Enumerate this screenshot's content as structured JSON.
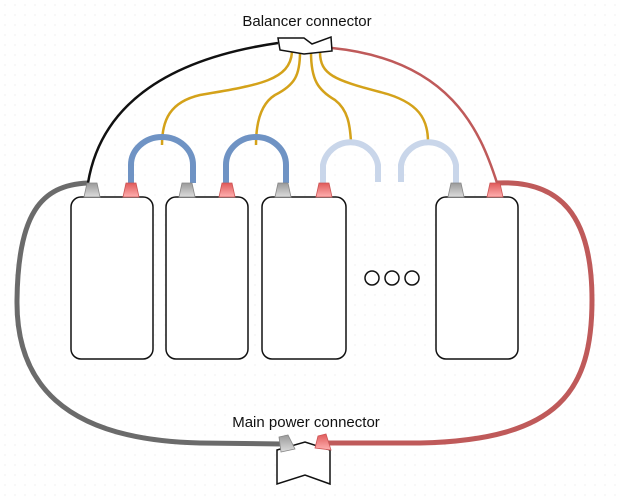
{
  "labels": {
    "balancer": "Balancer connector",
    "main_power": "Main power connector"
  },
  "colors": {
    "negative_wire": "#6b6b6b",
    "negative_balance_wire": "#111111",
    "positive_wire": "#bf5a5a",
    "balance_lead": "#d4a21a",
    "cell_link": "#6f93c4",
    "cell_link_faded": "#c9d6ea",
    "terminal_negative": "#bdbdbd",
    "terminal_positive": "#f07b7b",
    "outline": "#111111"
  },
  "cells": [
    {
      "id": "cell-1"
    },
    {
      "id": "cell-2"
    },
    {
      "id": "cell-3"
    },
    {
      "id": "cell-n"
    }
  ],
  "ellipsis": "○○○"
}
